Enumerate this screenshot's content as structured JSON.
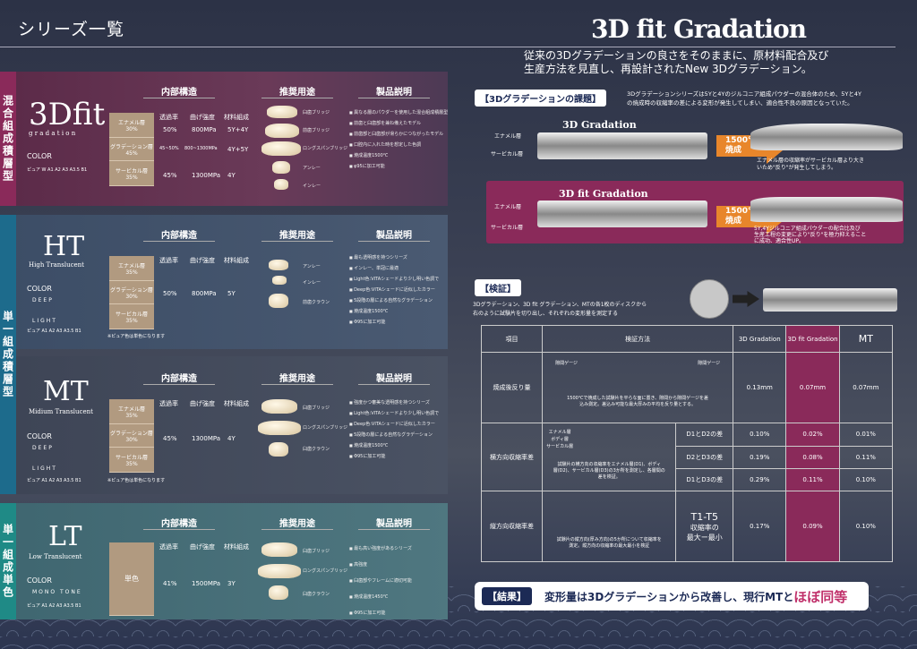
{
  "header": {
    "title": "シリーズ一覧",
    "brand": "3D fit Gradation",
    "sub1": "従来の3Dグラデーションの良さをそのままに、原材料配合及び",
    "sub2": "生産方法を見直し、再設計されたNew 3Dグラデーション。"
  },
  "cols": {
    "struct": "内部構造",
    "use": "推奨用途",
    "desc": "製品説明",
    "trans": "透過率",
    "flex": "曲げ強度",
    "comp": "材料組成"
  },
  "s1": {
    "side": "混合組成積層型",
    "logo": "3Dfit",
    "logosub": "g r a d a t i o n",
    "color": "COLOR",
    "shades": "ピュア W A1 A2 A3 A3.5 B1",
    "l1": "エナメル層",
    "l1p": "30%",
    "l2": "グラデーション層",
    "l2p": "45%",
    "l3": "サービカル層",
    "l3p": "35%",
    "r1": [
      "50%",
      "800MPa",
      "5Y+4Y"
    ],
    "r2": [
      "45~50%",
      "800~1300MPa",
      "4Y+5Y"
    ],
    "r3": [
      "45%",
      "1300MPa",
      "4Y"
    ],
    "uses": [
      "臼歯ブリッジ",
      "前歯ブリッジ",
      "ロングスパンブリッジ",
      "アンレー",
      "インレー"
    ],
    "feats": [
      "異なる層のパウダーを使用した混合組成積層型",
      "前歯と臼歯部を兼ね備えたモデル",
      "前歯部と臼歯部が滑らかにつながったモデル",
      "口腔内に入れた時を想定した色調",
      "焼成温度1500℃",
      "φ95に加工可能"
    ]
  },
  "s2": {
    "side": "単一組成積層型",
    "logo": "HT",
    "logosub": "High Translucent",
    "color": "COLOR",
    "deep": "DEEP",
    "light": "LIGHT",
    "shades": "ピュア A1 A2 A3 A3.5 B1",
    "note": "※ピュア色は単色になります",
    "l1": "エナメル層",
    "l1p": "35%",
    "l2": "グラデーション層",
    "l2p": "30%",
    "l3": "サービカル層",
    "l3p": "35%",
    "r": [
      "50%",
      "800MPa",
      "5Y"
    ],
    "uses": [
      "アンレー",
      "インレー",
      "前歯クラウン"
    ],
    "feats": [
      "最も透明感を持つシリーズ",
      "インレー、単冠に最適",
      "Light色:VITAシェードより少し明い色調で",
      "Deep色:VITAシェードに近似したカラー",
      "5段階の層による自然なグラデーション",
      "焼成温度1500℃",
      "Φ95に加工可能"
    ]
  },
  "s3": {
    "logo": "MT",
    "logosub": "Midium Translucent",
    "color": "COLOR",
    "deep": "DEEP",
    "light": "LIGHT",
    "shades": "ピュア A1 A2 A3 A3.5 B1",
    "note": "※ピュア色は単色になります",
    "l1": "エナメル層",
    "l1p": "35%",
    "l2": "グラデーション層",
    "l2p": "30%",
    "l3": "サービカル層",
    "l3p": "35%",
    "r": [
      "45%",
      "1300MPa",
      "4Y"
    ],
    "uses": [
      "臼歯ブリッジ",
      "ロングスパンブリッジ",
      "臼歯クラウン"
    ],
    "feats": [
      "強度かつ審美な透明感を持つシリーズ",
      "Light色:VITAシェードより少し明い色調で",
      "Deep色:VITAシェードに近似したカラー",
      "5段階の層による自然なグラデーション",
      "焼成温度1500℃",
      "Φ95に加工可能"
    ]
  },
  "s4": {
    "side": "単一組成単色",
    "logo": "LT",
    "logosub": "Low Translucent",
    "color": "COLOR",
    "mono": "MONO TONE",
    "shades": "ピュア A1 A2 A3 A3.5 B1",
    "l": "単色",
    "r": [
      "41%",
      "1500MPa",
      "3Y"
    ],
    "uses": [
      "臼歯ブリッジ",
      "ロングスパンブリッジ",
      "臼歯クラウン"
    ],
    "feats": [
      "最も高い強度があるシリーズ",
      "高強度",
      "臼歯部やフレームに適切可能",
      "焼成温度1450℃",
      "Φ95に加工可能"
    ]
  },
  "issue": {
    "tag": "【3Dグラデーションの課題】",
    "desc1": "3Dグラデーションシリーズは5Yと4Yのジルコニア組成パウダーの混合体のため、5Yと4Y",
    "desc2": "の焼成時の収縮率の差による変形が発生してしまい、適合性不良の原因となっていた。",
    "b1": "3D Gradation",
    "enamel": "エナメル層",
    "cervical": "サービカル層",
    "ar1": "1500℃",
    "ar2": "焼成",
    "o1": "エナメル層の収縮率がサービカル層より大き",
    "o2": "いため\"反り\"が発生してしまう。",
    "b2": "3D fit Gradation",
    "n1": "5Y,4Yジルコニア組成パウダーの配合比及び",
    "n2": "生産工程の変更により\"反り\"を極力抑えること",
    "n3": "に成功、適合性UP。"
  },
  "verify": {
    "tag": "【検証】",
    "d1": "3Dグラデーション、3D fit グラデーション、MTの各1枚のディスクから",
    "d2": "右のように試験片を切り出し、それぞれの変形量を測定する",
    "h": [
      "項目",
      "検証方法",
      "3D Gradation",
      "3D fit Gradation",
      "MT"
    ],
    "row1": {
      "item": "焼成後反り量",
      "m1": "1500℃で焼成した試験片を平らな面に置き、隙間から隙間ゲージを差",
      "m2": "込み測定。差込み可能な最大厚みの平均を反り量とする。",
      "gauge": "隙間ゲージ",
      "v": [
        "0.13mm",
        "0.07mm",
        "0.07mm"
      ]
    },
    "row2": {
      "item": "横方向収縮率差",
      "m1": "試験片の横方向の収縮率をエナメル層(D1)、ボディ",
      "m2": "層(D2)、サービカル層(D3)の3か所を測定し、各層間の",
      "m3": "差を検証。",
      "labels": [
        "エナメル層",
        "ボディ層",
        "サービカル層"
      ],
      "d": [
        {
          "k": "D1とD2の差",
          "v": [
            "0.10%",
            "0.02%",
            "0.01%"
          ]
        },
        {
          "k": "D2とD3の差",
          "v": [
            "0.19%",
            "0.08%",
            "0.11%"
          ]
        },
        {
          "k": "D1とD3の差",
          "v": [
            "0.29%",
            "0.11%",
            "0.10%"
          ]
        }
      ]
    },
    "row3": {
      "item": "縦方向収縮率差",
      "m1": "試験片の縦方向(厚み方向)の5か所について収縮率を",
      "m2": "測定。縦方向の収縮率の最大最小を検証",
      "k1": "T1-T5",
      "k2": "収縮率の",
      "k3": "最大ー最小",
      "v": [
        "0.17%",
        "0.09%",
        "0.10%"
      ]
    }
  },
  "result": {
    "tag": "【結果】",
    "t1": "変形量は3Dグラデーションから改善し、現行MTと",
    "t2": "ほぼ同等"
  }
}
